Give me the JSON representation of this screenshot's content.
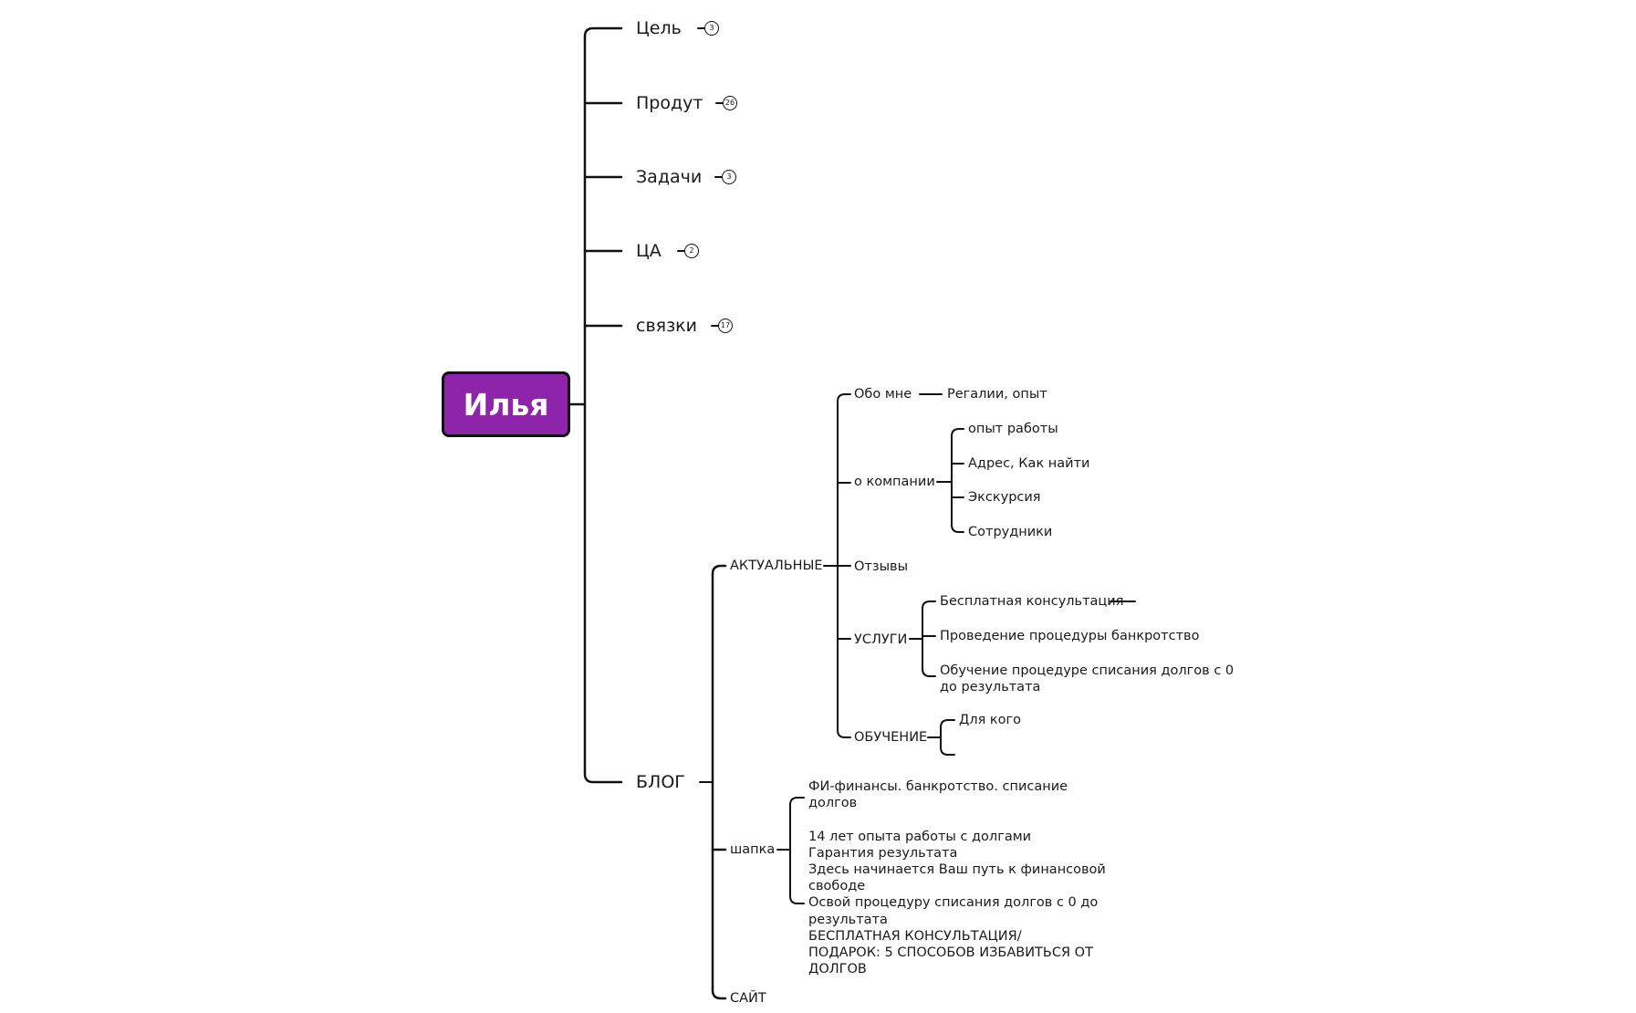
{
  "root": {
    "label": "Илья",
    "color": "#8e24aa"
  },
  "branches": [
    {
      "label": "Цель",
      "badge": "3"
    },
    {
      "label": "Продут",
      "badge": "26"
    },
    {
      "label": "Задачи",
      "badge": "3"
    },
    {
      "label": "ЦА",
      "badge": "2"
    },
    {
      "label": "связки",
      "badge": "17"
    },
    {
      "label": "БЛОГ"
    }
  ],
  "blog": {
    "aktualnye": {
      "label": "АКТУАЛЬНЫЕ",
      "obo_mne": {
        "label": "Обо мне",
        "child": "Регалии, опыт"
      },
      "o_kompanii": {
        "label": "о компании",
        "children": [
          "опыт работы",
          "Адрес, Как найти",
          "Экскурсия",
          "Сотрудники"
        ]
      },
      "otzyvy": {
        "label": "Отзывы"
      },
      "uslugi": {
        "label": "УСЛУГИ",
        "children": [
          "Бесплатная консультация",
          "Проведение процедуры банкротство",
          [
            "Обучение процедуре списания долгов с 0",
            "до результата"
          ]
        ]
      },
      "obuchenie": {
        "label": "ОБУЧЕНИЕ",
        "children": [
          "Для кого"
        ]
      }
    },
    "shapka": {
      "label": "шапка",
      "text_lines": [
        "ФИ-финансы. банкротство. списание",
        "долгов",
        "",
        "14 лет опыта работы с долгами",
        "Гарантия результата",
        "Здесь начинается Ваш путь к финансовой",
        "свободе",
        "Освой процедуру списания долгов с 0 до",
        "результата",
        "БЕСПЛАТНАЯ КОНСУЛЬТАЦИЯ/",
        "ПОДАРОК: 5 СПОСОБОВ ИЗБАВИТЬСЯ ОТ",
        "ДОЛГОВ"
      ]
    },
    "sait": {
      "label": "САЙТ"
    }
  }
}
